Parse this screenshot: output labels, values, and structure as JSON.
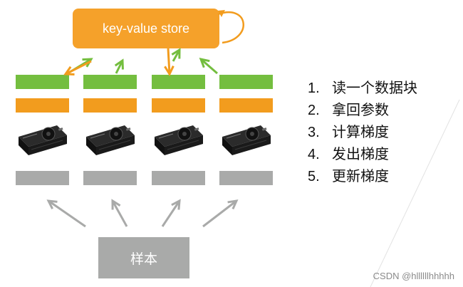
{
  "diagram": {
    "store_label": "key-value store",
    "sample_label": "样本",
    "steps": [
      {
        "number": "1.",
        "text": "读一个数据块"
      },
      {
        "number": "2.",
        "text": "拿回参数"
      },
      {
        "number": "3.",
        "text": "计算梯度"
      },
      {
        "number": "4.",
        "text": "发出梯度"
      },
      {
        "number": "5.",
        "text": "更新梯度"
      }
    ],
    "watermark": "CSDN @hllllllhhhhh",
    "colors": {
      "store": "#f5a12a",
      "param_bar": "#74be3f",
      "grad_bar": "#f29c1e",
      "data_bar": "#a9aaa9",
      "up_arrow": "#74be3f",
      "down_arrow": "#f29c1e",
      "sample_arrow": "#a9aaa9"
    },
    "workers": [
      {
        "gpu_icon": "gpu-card-icon"
      },
      {
        "gpu_icon": "gpu-card-icon"
      },
      {
        "gpu_icon": "gpu-card-icon"
      },
      {
        "gpu_icon": "gpu-card-icon"
      }
    ]
  }
}
